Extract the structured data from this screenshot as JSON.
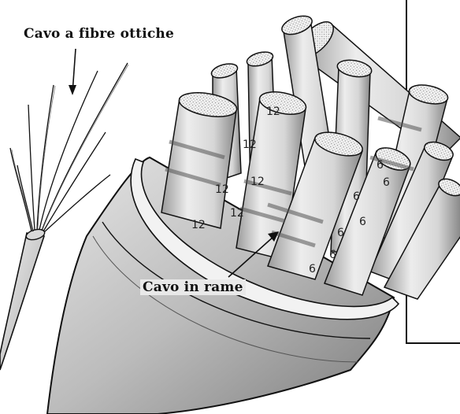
{
  "labels": {
    "fiber_optic_cable": "Cavo a fibre ottiche",
    "copper_cable": "Cavo in rame"
  },
  "wire_markings": {
    "left_group": "12",
    "right_group": "6"
  },
  "colors": {
    "ink": "#111111",
    "light_wire": "#e4e4e4",
    "mid_gray": "#bdbdbd",
    "shadow": "#8c8c8c"
  }
}
